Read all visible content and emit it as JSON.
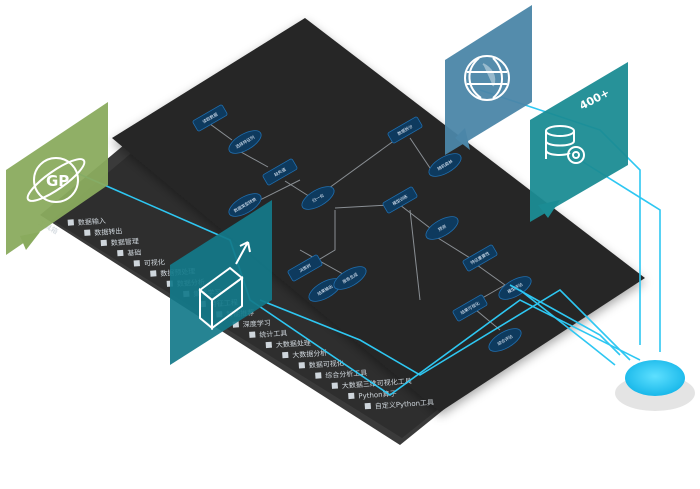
{
  "side_panel": {
    "title": "工具箱",
    "items": [
      "数据输入",
      "数据转出",
      "数据管理",
      "基础",
      "可视化",
      "数据预处理",
      "数据分析",
      "集成学习",
      "特征工程",
      "智能推荐",
      "深度学习",
      "统计工具",
      "大数据处理",
      "大数据分析",
      "数据可视化",
      "综合分析工具",
      "大数据三维可视化工具",
      "Python算子",
      "自定义Python工具"
    ]
  },
  "flow_nodes": [
    {
      "id": "n1",
      "label": "读取数据"
    },
    {
      "id": "n2",
      "label": "选择特征列"
    },
    {
      "id": "n3",
      "label": "缺失值"
    },
    {
      "id": "n4",
      "label": "数据类型转换"
    },
    {
      "id": "n5",
      "label": "归一化"
    },
    {
      "id": "n6",
      "label": "数据拆分"
    },
    {
      "id": "n7",
      "label": "随机森林"
    },
    {
      "id": "n8",
      "label": "模型训练"
    },
    {
      "id": "n9",
      "label": "预测"
    },
    {
      "id": "n10",
      "label": "特征重要性"
    },
    {
      "id": "n11",
      "label": "模型评估"
    },
    {
      "id": "n12",
      "label": "决策树"
    },
    {
      "id": "n13",
      "label": "结果输出"
    },
    {
      "id": "n14",
      "label": "结果可视化"
    },
    {
      "id": "n15",
      "label": "综合评估"
    },
    {
      "id": "n16",
      "label": "报告生成"
    }
  ],
  "icons": {
    "gp": "gp-sphere-icon",
    "globe": "globe-icon",
    "database": "database-stack-icon",
    "database_badge": "400+",
    "cube": "3d-cube-icon"
  },
  "colors": {
    "canvas": "#2b2b2b",
    "node_fill": "#0e3a5e",
    "node_stroke": "#1f6fb0",
    "connector": "#2ec7f2",
    "green_card": "#8aab5e",
    "blue_card": "#4b86a8",
    "teal_card": "#1b8c94",
    "cube_card": "#137a8a",
    "hub": "#27c6f3"
  }
}
